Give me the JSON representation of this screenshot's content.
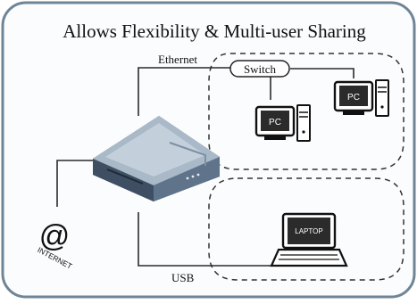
{
  "diagram": {
    "title": "Allows Flexibility & Multi-user Sharing",
    "labels": {
      "ethernet": "Ethernet",
      "switch": "Switch",
      "usb": "USB",
      "pc": "PC",
      "laptop": "LAPTOP",
      "internet": "INTERNET",
      "at_symbol": "@"
    },
    "colors": {
      "frame_border": "#6f8596",
      "frame_fill": "#fbfcfd",
      "line": "#2a2a2a",
      "router_body": "#6a7f95",
      "router_top": "#a9b9c8",
      "screen_fill": "#2b2b2b"
    },
    "icons": [
      "router-icon",
      "switch-icon",
      "pc-icon",
      "laptop-icon",
      "internet-icon"
    ]
  }
}
